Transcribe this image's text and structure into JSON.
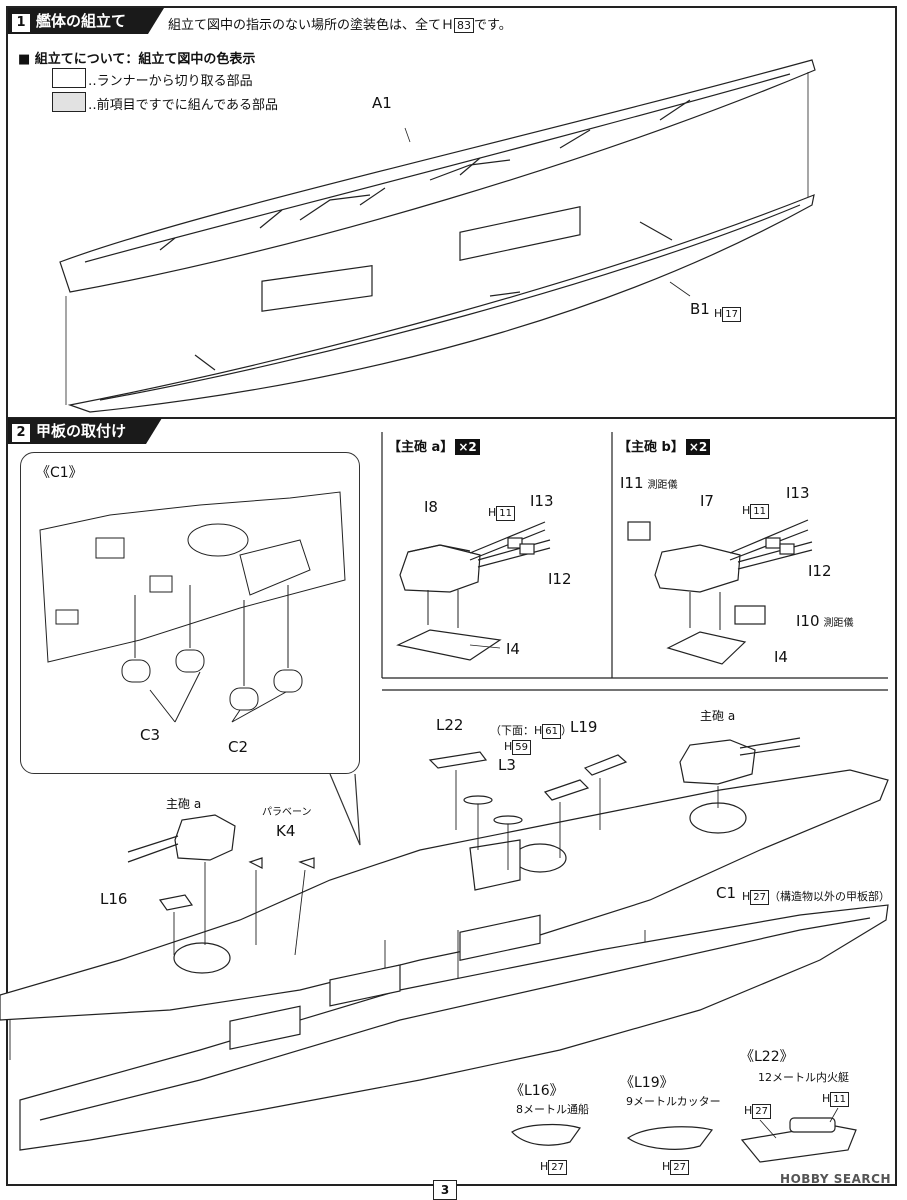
{
  "section1": {
    "number": "1",
    "title": "艦体の組立て",
    "paint_note_prefix": "組立て図中の指示のない場所の塗装色は、全てＨ",
    "paint_code": "83",
    "paint_note_suffix": "です。",
    "assembly_heading": "■ 組立てについて：組立て図中の色表示",
    "legend_runner": "‥ランナーから切り取る部品",
    "legend_prebuilt": "‥前項目ですでに組んである部品",
    "part_a1": "A1",
    "part_b1": "B1",
    "b1_color_prefix": "H",
    "b1_color_code": "17"
  },
  "section2": {
    "number": "2",
    "title": "甲板の取付け",
    "zoom_title": "《C1》",
    "zoom_c3": "C3",
    "zoom_c2": "C2",
    "turret_a": {
      "title": "【主砲 a】",
      "qty": "×2",
      "i8": "I8",
      "i13": "I13",
      "i12": "I12",
      "i4": "I4",
      "h_prefix": "H",
      "h_code": "11"
    },
    "turret_b": {
      "title": "【主砲 b】",
      "qty": "×2",
      "i11": "I11",
      "i11_note": "測距儀",
      "i7": "I7",
      "i13": "I13",
      "i12": "I12",
      "i10": "I10",
      "i10_note": "測距儀",
      "i4": "I4",
      "h_prefix": "H",
      "h_code": "11"
    },
    "main_assembly": {
      "l22": "L22",
      "underside_prefix": "（下面：H",
      "underside_code": "61",
      "underside_suffix": "）",
      "h59_prefix": "H",
      "h59_code": "59",
      "l19": "L19",
      "l3": "L3",
      "shuho_a_1": "主砲 a",
      "shuho_a_2": "主砲 a",
      "paravane": "パラベーン",
      "k4": "K4",
      "l16": "L16",
      "c1": "C1",
      "c1_h_prefix": "H",
      "c1_h_code": "27",
      "c1_note": "（構造物以外の甲板部）"
    },
    "boats": {
      "l16_title": "《L16》",
      "l16_desc": "8メートル通船",
      "l16_h_prefix": "H",
      "l16_h_code": "27",
      "l19_title": "《L19》",
      "l19_desc": "9メートルカッター",
      "l19_h_prefix": "H",
      "l19_h_code": "27",
      "l22_title": "《L22》",
      "l22_desc": "12メートル内火艇",
      "l22_h1_prefix": "H",
      "l22_h1_code": "27",
      "l22_h2_prefix": "H",
      "l22_h2_code": "11"
    }
  },
  "footer": {
    "page_number": "3",
    "watermark": "HOBBY SEARCH"
  }
}
